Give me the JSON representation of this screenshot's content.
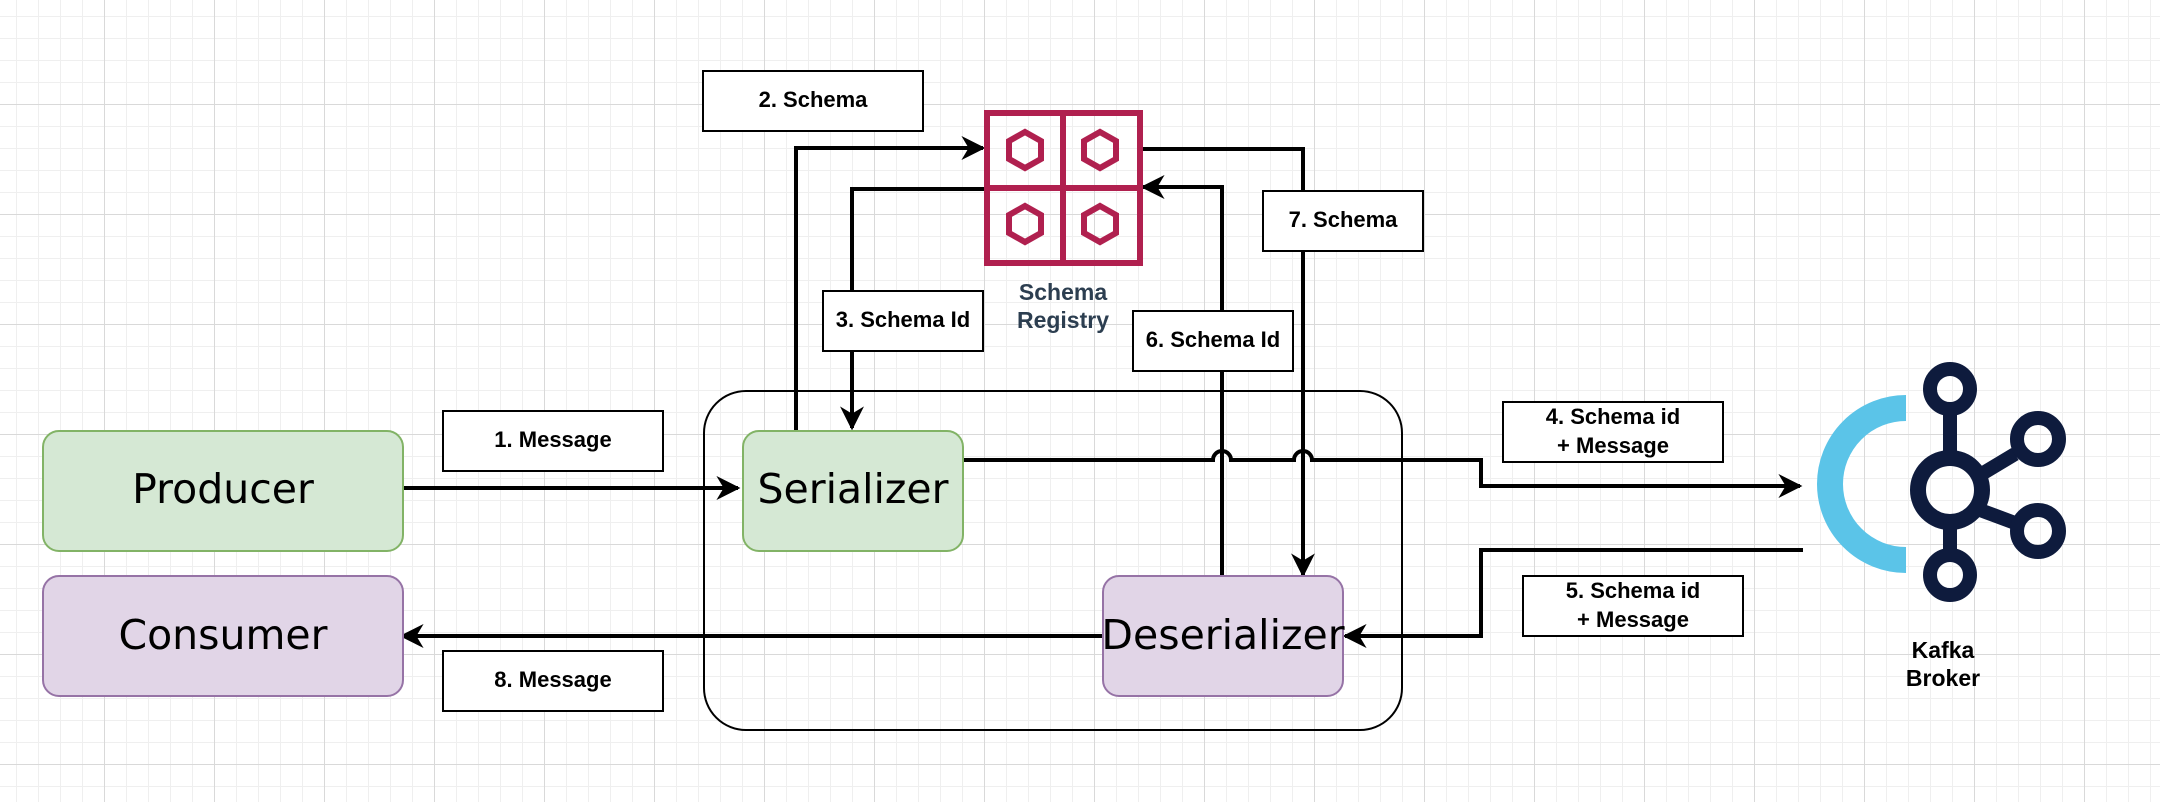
{
  "nodes": {
    "producer": "Producer",
    "consumer": "Consumer",
    "serializer": "Serializer",
    "deserializer": "Deserializer"
  },
  "icons": {
    "schema_registry": {
      "icon": "schema-registry-icon",
      "line1": "Schema",
      "line2": "Registry",
      "color": "#b0204f",
      "text_color": "#2c3e50"
    },
    "kafka_broker": {
      "icon": "kafka-icon",
      "line1": "Kafka",
      "line2": "Broker",
      "color": "#0e1b3d",
      "accent": "#5bc4e8"
    }
  },
  "labels": {
    "message_1": "1. Message",
    "schema_2": "2. Schema",
    "schema_id_3": "3. Schema Id",
    "schema_id_message_4_line1": "4. Schema id",
    "schema_id_message_4_line2": "+ Message",
    "schema_id_message_5_line1": "5. Schema id",
    "schema_id_message_5_line2": "+ Message",
    "schema_id_6": "6. Schema Id",
    "schema_7": "7. Schema",
    "message_8": "8. Message"
  },
  "colors": {
    "producer_fill": "#d5e8d4",
    "producer_stroke": "#82b366",
    "consumer_fill": "#e1d5e7",
    "consumer_stroke": "#9673a6"
  }
}
